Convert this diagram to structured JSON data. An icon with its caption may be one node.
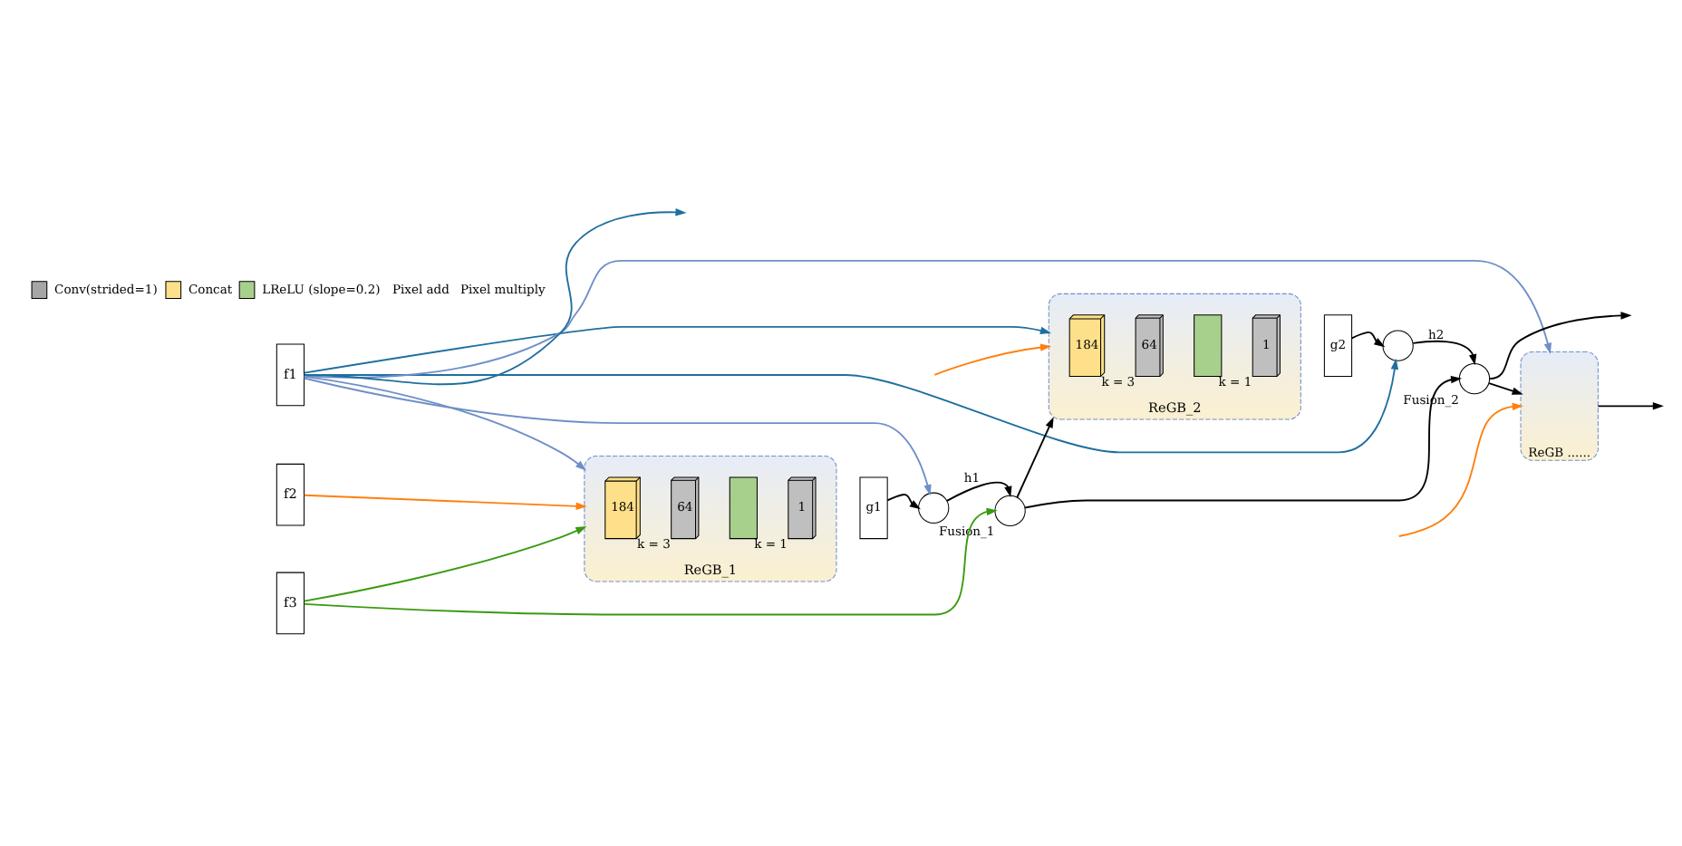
{
  "diagram": {
    "nodes": [
      {
        "text": [
          "f1"
        ]
      },
      {
        "text": [
          "f2"
        ]
      },
      {
        "text": [
          "f3"
        ]
      },
      {
        "text": [
          "ReGB_1"
        ]
      },
      {
        "text": [
          "184"
        ],
        "in": 3
      },
      {
        "text": [
          "64"
        ],
        "in": 3,
        "beside": [
          "k = 3"
        ]
      },
      {
        "text": [],
        "shape": "box",
        "in": 3
      },
      {
        "text": [
          "1"
        ],
        "in": 3,
        "beside": [
          "k = 1"
        ]
      },
      {
        "text": [
          "g1"
        ]
      },
      {
        "text": [],
        "shape": "circle"
      },
      {
        "text": [],
        "shape": "circle",
        "beside": [
          "Fusion_1"
        ]
      },
      {
        "text": [
          "ReGB_2"
        ]
      },
      {
        "text": [
          "184"
        ],
        "in": 11
      },
      {
        "text": [
          "64"
        ],
        "in": 11,
        "beside": [
          "k = 3"
        ]
      },
      {
        "text": [],
        "shape": "box",
        "in": 11
      },
      {
        "text": [
          "1"
        ],
        "in": 11,
        "beside": [
          "k = 1"
        ]
      },
      {
        "text": [
          "g2"
        ]
      },
      {
        "text": [],
        "shape": "circle"
      },
      {
        "text": [],
        "shape": "circle",
        "beside": [
          "Fusion_2"
        ]
      },
      {
        "text": [
          "ReGB ......"
        ]
      }
    ],
    "edges": [
      {
        "from": 0,
        "to": null,
        "arrow": "to",
        "color": "#1f6f9f"
      },
      {
        "from": 0,
        "to": 3,
        "arrow": "to",
        "color": "#6f8fc8"
      },
      {
        "from": 0,
        "to": 9,
        "arrow": "to",
        "color": "#6f8fc8"
      },
      {
        "from": 0,
        "to": 11,
        "arrow": "to",
        "color": "#1f6f9f"
      },
      {
        "from": 0,
        "to": 17,
        "arrow": "to",
        "color": "#1f6f9f"
      },
      {
        "from": 0,
        "to": 19,
        "arrow": "to",
        "color": "#6f8fc8"
      },
      {
        "from": 1,
        "to": 3,
        "arrow": "to",
        "color": "#ff7f0e"
      },
      {
        "from": 2,
        "to": 3,
        "arrow": "to",
        "color": "#3a9a10"
      },
      {
        "from": 2,
        "to": 10,
        "arrow": "to",
        "color": "#3a9a10"
      },
      {
        "from": 8,
        "to": 9,
        "arrow": "to"
      },
      {
        "from": 9,
        "to": 10,
        "arrow": "to",
        "label": "h1"
      },
      {
        "from": 10,
        "to": 11,
        "arrow": "to"
      },
      {
        "from": 10,
        "to": 18,
        "arrow": "to"
      },
      {
        "from": null,
        "to": 11,
        "arrow": "to",
        "color": "#ff7f0e"
      },
      {
        "from": 16,
        "to": 17,
        "arrow": "to"
      },
      {
        "from": 17,
        "to": 18,
        "arrow": "to",
        "label": "h2"
      },
      {
        "from": 18,
        "to": 19,
        "arrow": "to"
      },
      {
        "from": null,
        "to": 19,
        "arrow": "to",
        "color": "#ff7f0e"
      },
      {
        "from": 18,
        "to": null,
        "arrow": "to"
      },
      {
        "from": 19,
        "to": null,
        "arrow": "to"
      }
    ],
    "legend": [
      {
        "text": "Conv(strided=1)",
        "color": "#a6a6a6"
      },
      {
        "text": "Concat",
        "color": "#ffe08a"
      },
      {
        "text": "LReLU (slope=0.2)",
        "color": "#a8d08d"
      },
      {
        "text": "Pixel add"
      },
      {
        "text": "Pixel multiply"
      }
    ]
  }
}
